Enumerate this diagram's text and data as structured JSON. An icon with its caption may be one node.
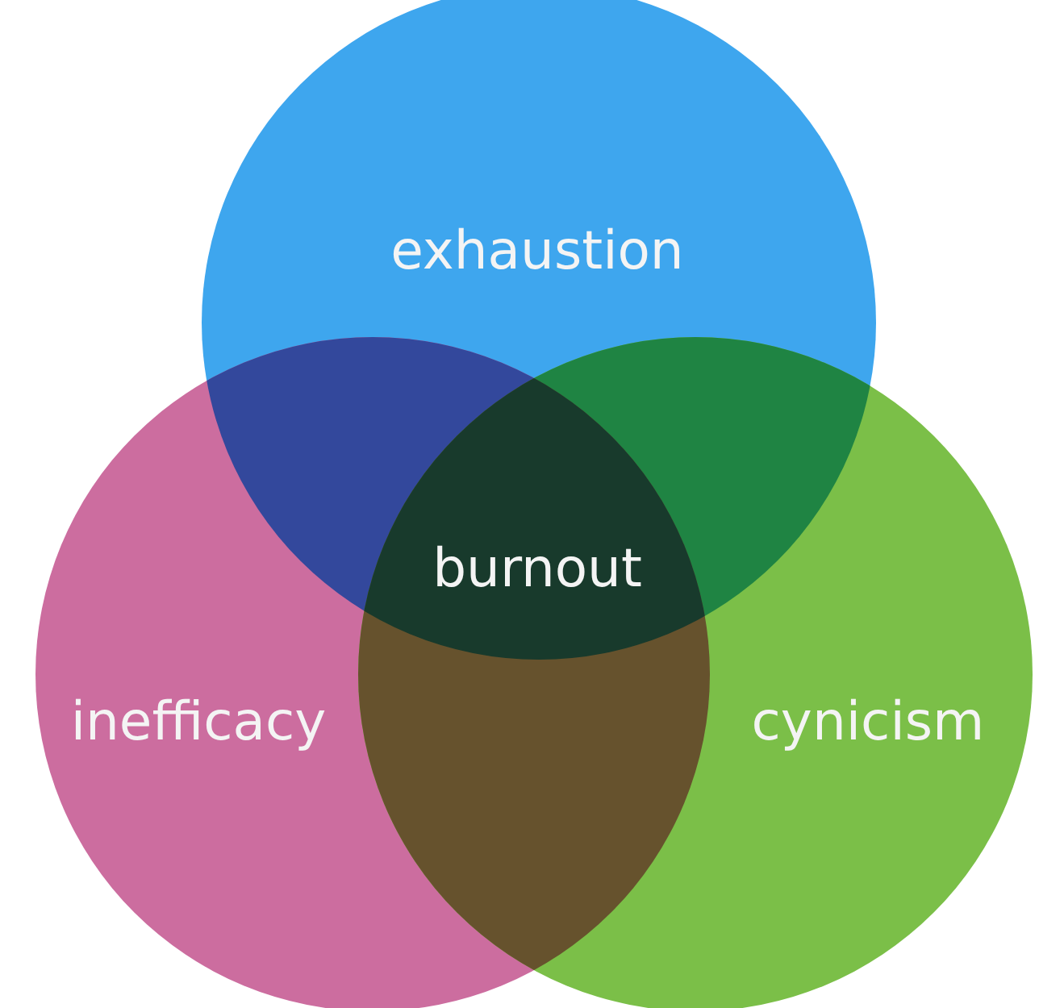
{
  "diagram": {
    "nodes": [
      {
        "text": [
          "exhaustion"
        ]
      },
      {
        "text": [
          "inefficacy"
        ]
      },
      {
        "text": [
          "cynicism"
        ]
      },
      {
        "text": [
          "burnout"
        ]
      }
    ],
    "edges": []
  }
}
